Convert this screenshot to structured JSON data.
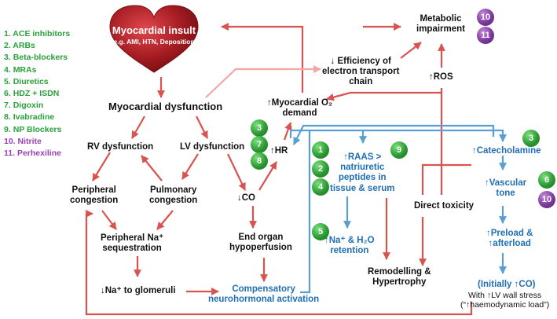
{
  "legend": [
    {
      "num": "1.",
      "text": "ACE inhibitors"
    },
    {
      "num": "2.",
      "text": "ARBs"
    },
    {
      "num": "3.",
      "text": "Beta-blockers"
    },
    {
      "num": "4.",
      "text": "MRAs"
    },
    {
      "num": "5.",
      "text": "Diuretics"
    },
    {
      "num": "6.",
      "text": "HDZ + ISDN"
    },
    {
      "num": "7.",
      "text": "Digoxin"
    },
    {
      "num": "8.",
      "text": "Ivabradine"
    },
    {
      "num": "9.",
      "text": "NP Blockers"
    },
    {
      "num": "10.",
      "text": "Nitrite"
    },
    {
      "num": "11.",
      "text": "Perhexiline"
    }
  ],
  "heart": {
    "title": "Myocardial insult",
    "subtitle": "e.g. AMI, HTN, Deposition"
  },
  "nodes": {
    "myocardial_dysfunction": "Myocardial dysfunction",
    "rv_dysfunction": "RV dysfunction",
    "lv_dysfunction": "LV dysfunction",
    "peripheral_congestion": [
      "Peripheral",
      "congestion"
    ],
    "pulmonary_congestion": [
      "Pulmonary",
      "congestion"
    ],
    "decreased_co": "↓CO",
    "peripheral_na": [
      "Peripheral Na⁺",
      "sequestration"
    ],
    "end_organ": [
      "End organ",
      "hypoperfusion"
    ],
    "na_glomeruli": "↓Na⁺ to glomeruli",
    "compensatory": [
      "Compensatory",
      "neurohormonal activation"
    ],
    "myo_o2_demand": [
      "↑Myocardial O₂",
      "demand"
    ],
    "hr": "↑HR",
    "efficiency": [
      "↓ Efficiency of",
      "electron transport",
      "chain"
    ],
    "metabolic": [
      "Metabolic",
      "impairment"
    ],
    "ros": "↑ROS",
    "raas": [
      "↑RAAS >",
      "natriuretic",
      "peptides in",
      "tissue & serum"
    ],
    "catecholamine": "↑Catecholamine",
    "vascular_tone": [
      "↑Vascular",
      "tone"
    ],
    "na_h2o": [
      "↑Na⁺ & H₂O",
      "retention"
    ],
    "direct_toxicity": "Direct toxicity",
    "remodelling": [
      "Remodelling &",
      "Hypertrophy"
    ],
    "preload": [
      "↑Preload &",
      "↑afterload"
    ],
    "initially_co": "(Initially ↑CO)",
    "lv_wall_stress": [
      "With ↑LV wall stress",
      "(“↑haemodynamic load”)"
    ]
  },
  "badges": {
    "b3_hr": "3",
    "b7_hr": "7",
    "b8_hr": "8",
    "b1_raas": "1",
    "b2_raas": "2",
    "b4_raas": "4",
    "b9_raas": "9",
    "b5_na": "5",
    "b3_cat": "3",
    "b6_vt": "6",
    "b10_vt": "10",
    "b10_meta": "10",
    "b11_meta": "11"
  },
  "colors": {
    "red_arrow": "#d9534f",
    "pink_arrow": "#f2a7a5",
    "blue_arrow": "#5a9fd4",
    "blue_text": "#1f6fb5",
    "green_badge": "#2c9a33",
    "purple_badge": "#7b3a9c",
    "heart": "#b32025"
  }
}
